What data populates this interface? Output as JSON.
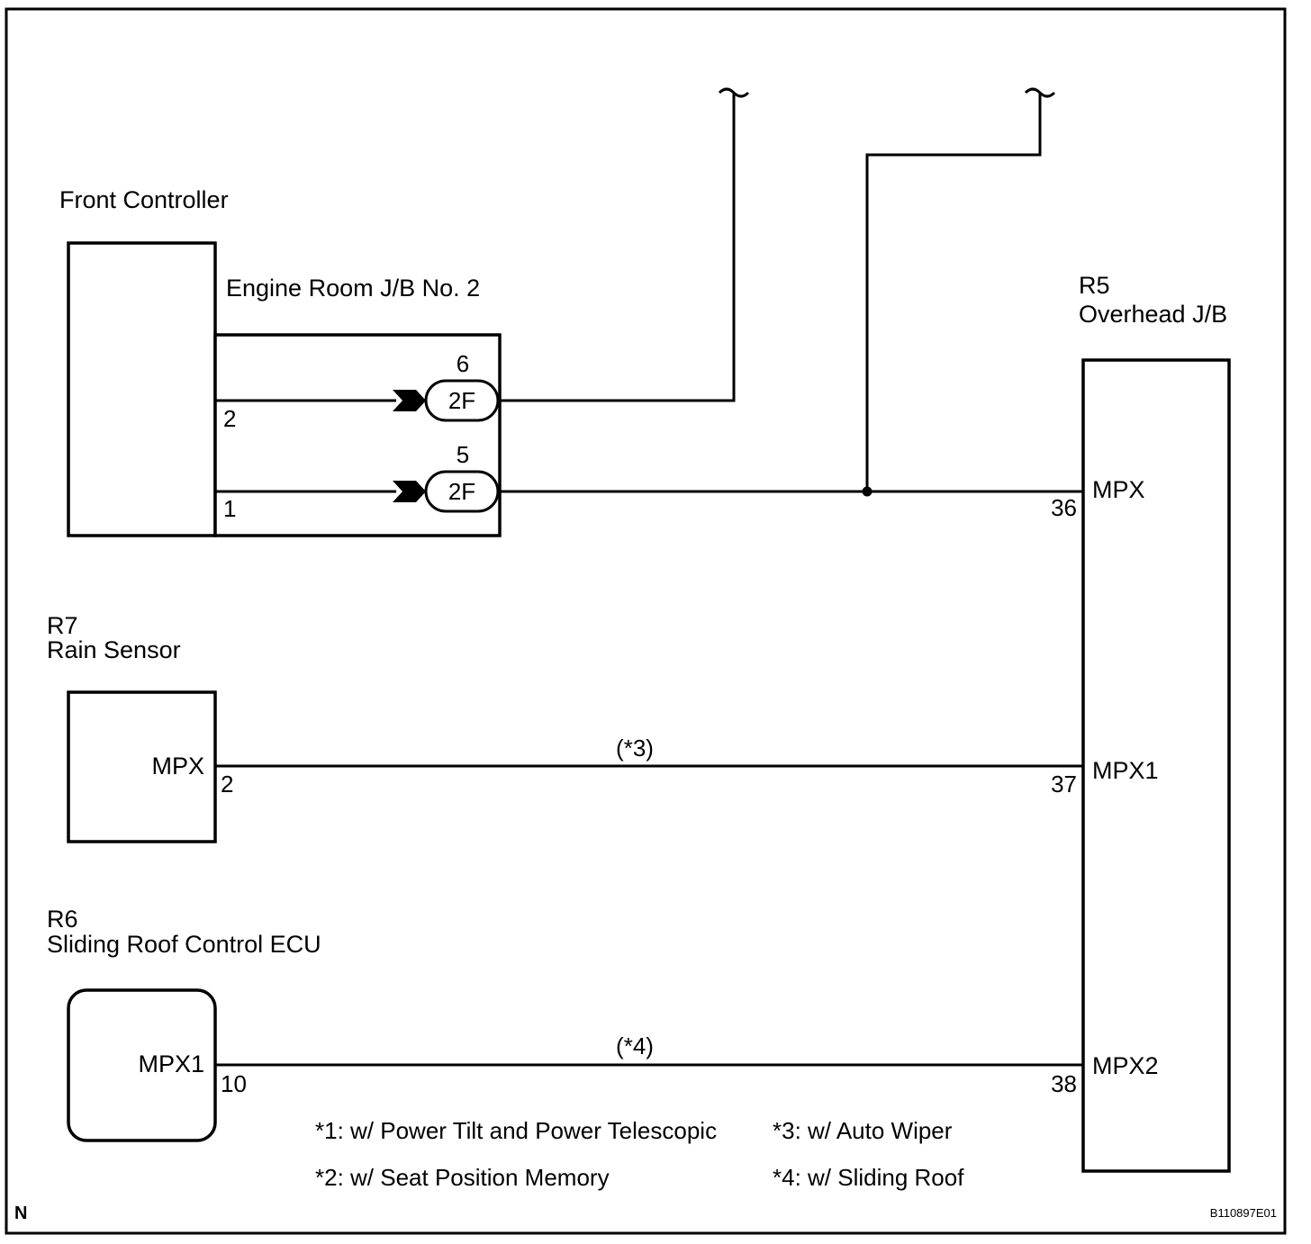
{
  "components": {
    "front_controller": {
      "name": "Front Controller"
    },
    "engine_room_jb": {
      "name": "Engine Room J/B No. 2"
    },
    "overhead_jb": {
      "code": "R5",
      "name": "Overhead J/B"
    },
    "rain_sensor": {
      "code": "R7",
      "name": "Rain Sensor",
      "terminal": "MPX"
    },
    "sliding_roof_ecu": {
      "code": "R6",
      "name": "Sliding Roof Control ECU",
      "terminal": "MPX1"
    }
  },
  "connectors": [
    {
      "pin_top": "6",
      "label": "2F",
      "wire_pin": "2"
    },
    {
      "pin_top": "5",
      "label": "2F",
      "wire_pin": "1"
    }
  ],
  "overhead_terminals": [
    {
      "name": "MPX",
      "pin": "36"
    },
    {
      "name": "MPX1",
      "pin": "37"
    },
    {
      "name": "MPX2",
      "pin": "38"
    }
  ],
  "wires": {
    "rain_pin": "2",
    "rain_note": "(*3)",
    "roof_pin": "10",
    "roof_note": "(*4)"
  },
  "notes": [
    "*1: w/ Power Tilt and Power Telescopic",
    "*2: w/ Seat Position Memory",
    "*3: w/ Auto Wiper",
    "*4: w/ Sliding Roof"
  ],
  "corner_mark": "N",
  "figure_id": "B110897E01"
}
